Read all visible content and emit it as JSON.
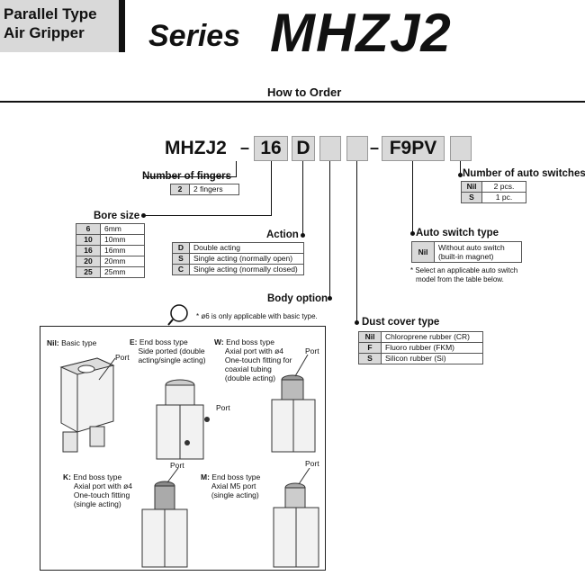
{
  "header": {
    "line1": "Parallel Type",
    "line2": "Air Gripper",
    "series": "Series",
    "model": "MHZJ2"
  },
  "how_to_order": "How to Order",
  "code": {
    "prefix": "MHZJ2",
    "dash1": "–",
    "bore": "16",
    "action": "D",
    "dash2": "–",
    "switch": "F9PV"
  },
  "fingers": {
    "title": "Number of fingers",
    "rows": [
      [
        "2",
        "2 fingers"
      ]
    ]
  },
  "bore": {
    "title": "Bore size",
    "rows": [
      [
        "6",
        "6mm"
      ],
      [
        "10",
        "10mm"
      ],
      [
        "16",
        "16mm"
      ],
      [
        "20",
        "20mm"
      ],
      [
        "25",
        "25mm"
      ]
    ]
  },
  "action": {
    "title": "Action",
    "rows": [
      [
        "D",
        "Double acting"
      ],
      [
        "S",
        "Single acting (normally open)"
      ],
      [
        "C",
        "Single acting (normally closed)"
      ]
    ]
  },
  "body_option": {
    "title": "Body option",
    "note": "* ø6 is only applicable with basic type."
  },
  "dust": {
    "title": "Dust cover type",
    "rows": [
      [
        "Nil",
        "Chloroprene rubber (CR)"
      ],
      [
        "F",
        "Fluoro rubber (FKM)"
      ],
      [
        "S",
        "Silicon rubber (Si)"
      ]
    ]
  },
  "num_switches": {
    "title": "Number of auto switches",
    "rows": [
      [
        "Nil",
        "2 pcs."
      ],
      [
        "S",
        "1 pc."
      ]
    ]
  },
  "auto_switch": {
    "title": "Auto switch type",
    "key": "Nil",
    "line1": "Without auto switch",
    "line2": "(built-in magnet)",
    "note1": "* Select an applicable auto switch",
    "note2": "model from the table below."
  },
  "ports": {
    "nil": {
      "key": "Nil:",
      "text": "Basic type"
    },
    "e": {
      "key": "E:",
      "l1": "End boss type",
      "l2": "Side ported (double",
      "l3": "acting/single acting)"
    },
    "w": {
      "key": "W:",
      "l1": "End boss type",
      "l2": "Axial port with ø4",
      "l3": "One-touch fitting for",
      "l4": "coaxial tubing",
      "l5": "(double acting)"
    },
    "k": {
      "key": "K:",
      "l1": "End boss type",
      "l2": "Axial port with ø4",
      "l3": "One-touch fitting",
      "l4": "(single acting)"
    },
    "m": {
      "key": "M:",
      "l1": "End boss type",
      "l2": "Axial M5 port",
      "l3": "(single acting)"
    },
    "port_label": "Port"
  },
  "colors": {
    "box_gray": "#d9d9d9",
    "text": "#111111"
  }
}
